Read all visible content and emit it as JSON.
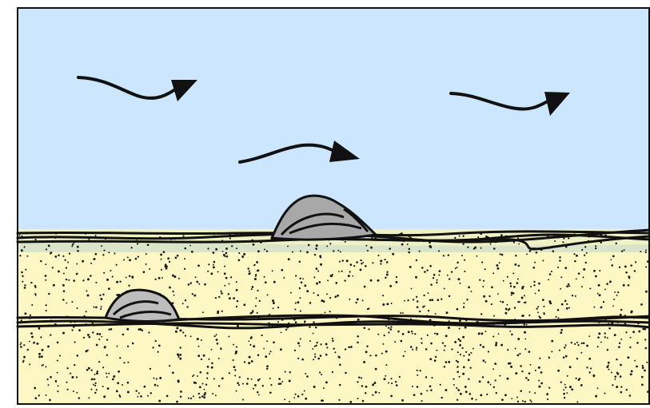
{
  "diagram": {
    "colors": {
      "sky": "#cce6fd",
      "sand": "#fdf7c3",
      "surface_band": "#f4f3c0",
      "ground_band": "#d9e4c8",
      "grain": "#1a1a1a",
      "rock_fill": "#a8a8a8",
      "rock_shade": "#c4c4c4",
      "line": "#111111"
    },
    "elements": [
      {
        "name": "wind-arrow-left",
        "kind": "arrow"
      },
      {
        "name": "wind-arrow-center",
        "kind": "arrow"
      },
      {
        "name": "wind-arrow-right",
        "kind": "arrow"
      },
      {
        "name": "boulder-surface",
        "kind": "rock"
      },
      {
        "name": "boulder-buried",
        "kind": "rock"
      },
      {
        "name": "sand-surface-layer",
        "kind": "layer-lines"
      },
      {
        "name": "buried-layer",
        "kind": "layer-lines"
      }
    ]
  }
}
